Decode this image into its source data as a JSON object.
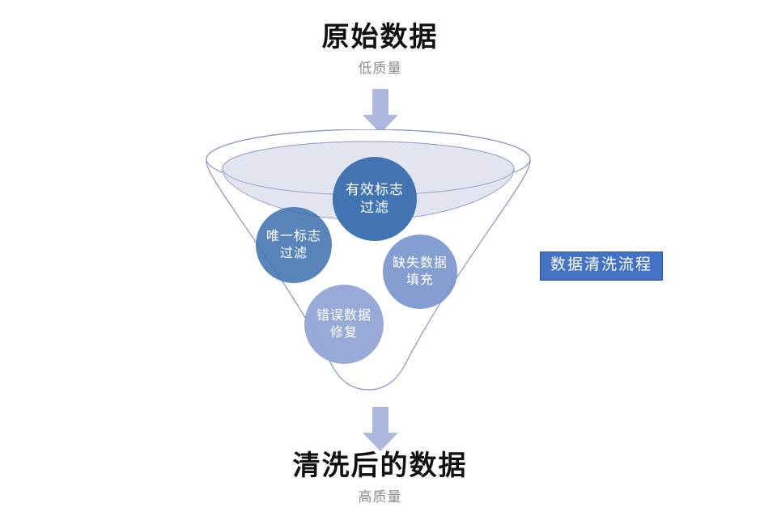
{
  "diagram": {
    "title_top": {
      "main": "原始数据",
      "sub": "低质量"
    },
    "title_bottom": {
      "main": "清洗后的数据",
      "sub": "高质量"
    },
    "process_label": "数据清洗流程",
    "arrows": {
      "top": "down-arrow",
      "bottom": "down-arrow",
      "color": "#AEB8DC"
    },
    "funnel": {
      "outline_color": "#8A93C4",
      "inner_fill": "#E2E4EF",
      "body_fill": "#FFFFFF"
    },
    "bubbles": [
      {
        "id": "valid-flag",
        "line1": "有效标志",
        "line2": "过滤",
        "color": "#4274B3"
      },
      {
        "id": "unique-flag",
        "line1": "唯一标志",
        "line2": "过滤",
        "color": "#3E70AF"
      },
      {
        "id": "missing-data",
        "line1": "缺失数据",
        "line2": "填充",
        "color": "#7A96CD"
      },
      {
        "id": "error-data",
        "line1": "错误数据",
        "line2": "修复",
        "color": "#92A6D6"
      }
    ]
  }
}
